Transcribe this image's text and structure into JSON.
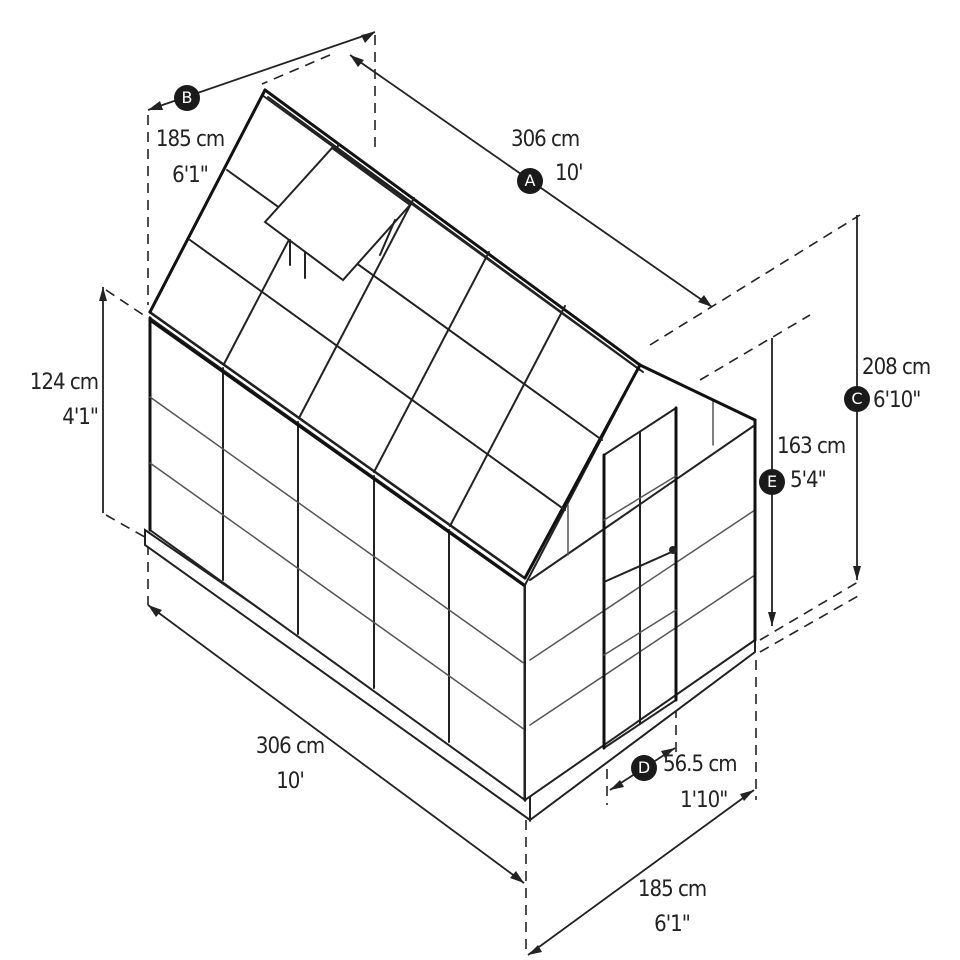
{
  "diagram": {
    "subject": "Greenhouse dimension drawing",
    "colors": {
      "line": "#111111",
      "badge_fill": "#1a1a1a",
      "badge_text": "#ffffff",
      "background": "#ffffff"
    },
    "dimensions": {
      "A": {
        "badge": "A",
        "metric": "306 cm",
        "imperial": "10'",
        "description": "roof ridge length"
      },
      "B": {
        "badge": "B",
        "metric": "185 cm",
        "imperial": "6'1\"",
        "description": "roof width"
      },
      "C": {
        "badge": "C",
        "metric": "208 cm",
        "imperial": "6'10\"",
        "description": "overall peak height"
      },
      "D": {
        "badge": "D",
        "metric": "56.5 cm",
        "imperial": "1'10\"",
        "description": "door width"
      },
      "E": {
        "badge": "E",
        "metric": "163 cm",
        "imperial": "5'4\"",
        "description": "door height"
      },
      "side_wall_height": {
        "metric": "124 cm",
        "imperial": "4'1\""
      },
      "base_length": {
        "metric": "306 cm",
        "imperial": "10'"
      },
      "base_width": {
        "metric": "185 cm",
        "imperial": "6'1\""
      }
    }
  }
}
